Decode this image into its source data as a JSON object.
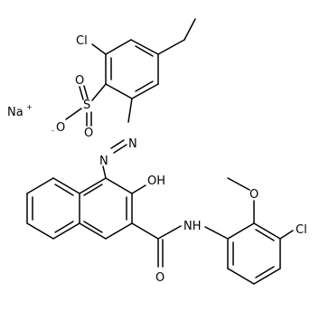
{
  "structure": {
    "compound_type": "chemical structure",
    "labels": {
      "cl_top": "Cl",
      "sulfonate_s": "S",
      "sulfonate_o_top": "O",
      "sulfonate_o_bottom": "O",
      "sulfonate_o_minus": "O",
      "minus_charge": "-",
      "sodium": "Na",
      "plus_charge": "+",
      "azo_n_upper": "N",
      "azo_n_lower": "N",
      "hydroxyl": "OH",
      "amide_nh": "NH",
      "carbonyl_o": "O",
      "methoxy_o": "O",
      "cl_right": "Cl"
    }
  }
}
